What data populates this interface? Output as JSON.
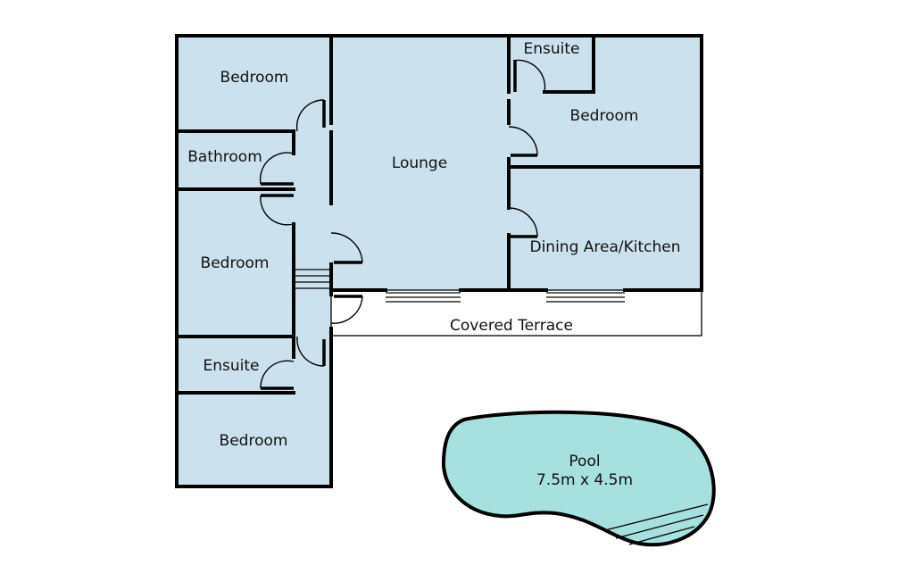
{
  "colors": {
    "room_fill": "#cce1ee",
    "pool_fill": "#a6e1e0",
    "wall": "#000000"
  },
  "rooms": {
    "bedroom_top_left": "Bedroom",
    "bathroom": "Bathroom",
    "lounge": "Lounge",
    "ensuite_top_right": "Ensuite",
    "bedroom_top_right": "Bedroom",
    "dining_kitchen": "Dining Area/Kitchen",
    "bedroom_mid_left": "Bedroom",
    "covered_terrace": "Covered Terrace",
    "ensuite_bottom_left": "Ensuite",
    "bedroom_bottom_left": "Bedroom"
  },
  "pool": {
    "label": "Pool",
    "dimensions": "7.5m x 4.5m"
  }
}
